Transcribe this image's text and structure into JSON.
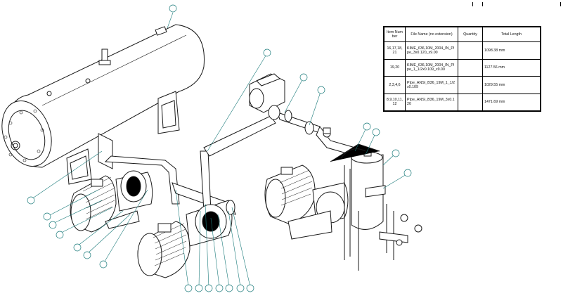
{
  "bom": {
    "headers": [
      "Item Number",
      "File Name (no extension)",
      "Quantity",
      "Total Length"
    ],
    "rows": [
      {
        "item": "16,17,18,21",
        "file": "KIME_636,10M_2004_IN_PIpe_3x0.120_x9.00",
        "qty": "",
        "length": "1098.38 mm"
      },
      {
        "item": "19,20",
        "file": "KIME_636,10M_2004_IN_PIpe_1_1/2x0.109_x9.00",
        "qty": "",
        "length": "1127.56 mm"
      },
      {
        "item": "2,3,4,6",
        "file": "PIpe_ANSI_B36_19M_1_1/2x0.109",
        "qty": "",
        "length": "1029.55 mm"
      },
      {
        "item": "8,9,10,11,12",
        "file": "PIpe_ANSI_B36_19M_3x0.120",
        "qty": "",
        "length": "1471.69 mm"
      }
    ]
  },
  "colors": {
    "line": "#1a1a1a",
    "leader": "#1a7a7a",
    "balloon": "#1a7a7a"
  },
  "icons": [
    "tank",
    "pump-motor",
    "gearbox",
    "valve",
    "separator-vessel",
    "pipe"
  ]
}
